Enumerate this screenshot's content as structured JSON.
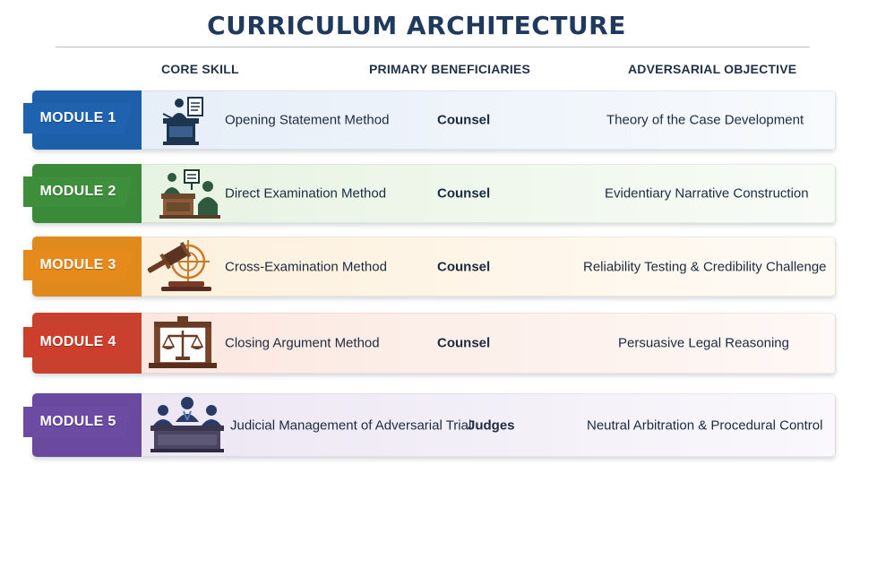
{
  "title": "CURRICULUM ARCHITECTURE",
  "columns": {
    "core_skill": "CORE SKILL",
    "beneficiaries": "PRIMARY BENEFICIARIES",
    "objective": "ADVERSARIAL OBJECTIVE"
  },
  "modules": [
    {
      "label": "MODULE 1",
      "skill": "Opening Statement Method",
      "beneficiaries": "Counsel",
      "objective": "Theory of the Case Development",
      "icon": "podium-speaker-icon",
      "color": "#1d5fa8",
      "tag_color": "#1f62b0",
      "panel": "#e6eef8"
    },
    {
      "label": "MODULE 2",
      "skill": "Direct Examination Method",
      "beneficiaries": "Counsel",
      "objective": "Evidentiary Narrative Construction",
      "icon": "witness-stand-icon",
      "color": "#3a8a3a",
      "tag_color": "#3e8f3c",
      "panel": "#e7f3e2"
    },
    {
      "label": "MODULE 3",
      "skill": "Cross-Examination Method",
      "beneficiaries": "Counsel",
      "objective": "Reliability Testing & Credibility Challenge",
      "icon": "gavel-target-icon",
      "color": "#e08a1e",
      "tag_color": "#e68a1c",
      "panel": "#fdf0dc"
    },
    {
      "label": "MODULE 4",
      "skill": "Closing Argument Method",
      "beneficiaries": "Counsel",
      "objective": "Persuasive Legal Reasoning",
      "icon": "scales-of-justice-icon",
      "color": "#c8402e",
      "tag_color": "#cc3f2c",
      "panel": "#fbe7df"
    },
    {
      "label": "MODULE 5",
      "skill": "Judicial Management of Adversarial Trial",
      "beneficiaries": "Judges",
      "objective": "Neutral Arbitration & Procedural Control",
      "icon": "judges-bench-icon",
      "color": "#6a4a9e",
      "tag_color": "#6c4ba3",
      "panel": "#ece6f3"
    }
  ]
}
